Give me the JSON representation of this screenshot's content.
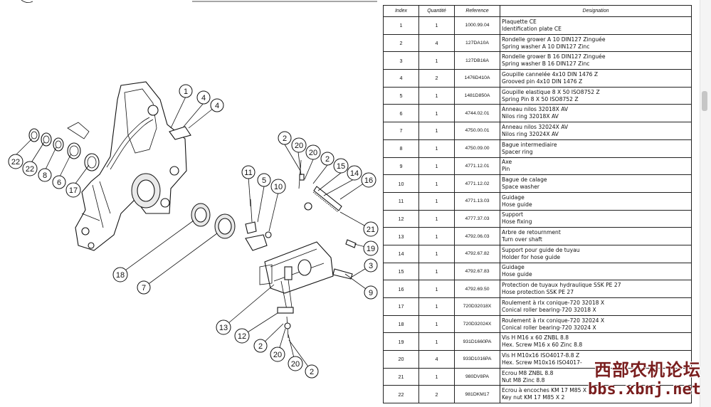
{
  "table": {
    "headers": {
      "index": "Index",
      "quantity": "Quantité",
      "reference": "Reference",
      "designation": "Designation"
    },
    "rows": [
      {
        "index": "1",
        "qty": "1",
        "ref": "1000.99.04",
        "fr": "Plaquette CE",
        "en": "Identification plate CE"
      },
      {
        "index": "2",
        "qty": "4",
        "ref": "127DA10A",
        "fr": "Rondelle grower  A 10 DIN127 Zinguée",
        "en": "Spring washer  A 10 DIN127 Zinc"
      },
      {
        "index": "3",
        "qty": "1",
        "ref": "127DB16A",
        "fr": "Rondelle grower B 16 DIN127 Zinguée",
        "en": "Spring washer B 16 DIN127 Zinc"
      },
      {
        "index": "4",
        "qty": "2",
        "ref": "1476D410A",
        "fr": "Goupille cannelée  4x10 DIN 1476 Z",
        "en": "Grooved pin  4x10 DIN 1476 Z"
      },
      {
        "index": "5",
        "qty": "1",
        "ref": "1481D850A",
        "fr": "Goupille elastique   8 X  50 ISO8752 Z",
        "en": "Spring Pin   8 X  50 ISO8752 Z"
      },
      {
        "index": "6",
        "qty": "1",
        "ref": "4744.02.01",
        "fr": "Anneau nilos 32018X AV",
        "en": "Nilos ring 32018X AV"
      },
      {
        "index": "7",
        "qty": "1",
        "ref": "4750.00.01",
        "fr": "Anneau nilos 32024X AV",
        "en": "Nilos ring 32024X AV"
      },
      {
        "index": "8",
        "qty": "1",
        "ref": "4750.09.00",
        "fr": "Bague intermediaire",
        "en": "Spacer ring"
      },
      {
        "index": "9",
        "qty": "1",
        "ref": "4771.12.01",
        "fr": "Axe",
        "en": "Pin"
      },
      {
        "index": "10",
        "qty": "1",
        "ref": "4771.12.02",
        "fr": "Bague de calage",
        "en": "Space washer"
      },
      {
        "index": "11",
        "qty": "1",
        "ref": "4771.13.03",
        "fr": "Guidage",
        "en": "Hose guide"
      },
      {
        "index": "12",
        "qty": "1",
        "ref": "4777.37.03",
        "fr": "Support",
        "en": "Hose fixing"
      },
      {
        "index": "13",
        "qty": "1",
        "ref": "4792.06.03",
        "fr": "Arbre de retournment",
        "en": "Turn over shaft"
      },
      {
        "index": "14",
        "qty": "1",
        "ref": "4792.67.82",
        "fr": "Support pour guide de tuyau",
        "en": "Holder for hose guide"
      },
      {
        "index": "15",
        "qty": "1",
        "ref": "4792.67.83",
        "fr": "Guidage",
        "en": "Hose guide"
      },
      {
        "index": "16",
        "qty": "1",
        "ref": "4792.69.50",
        "fr": "Protection de tuyaux hydraulique SSK PE 27",
        "en": "Hose protection SSK PE 27"
      },
      {
        "index": "17",
        "qty": "1",
        "ref": "720D32018X",
        "fr": "Roulement à rlx conique-720 32018 X",
        "en": "Conical roller bearing-720 32018 X"
      },
      {
        "index": "18",
        "qty": "1",
        "ref": "720D32024X",
        "fr": "Roulement à rlx conique-720 32024 X",
        "en": "Conical roller bearing-720 32024 X"
      },
      {
        "index": "19",
        "qty": "1",
        "ref": "931D1660PA",
        "fr": "Vis H M16 x 60 ZNBL 8.8",
        "en": "Hex. Screw M16 x 60 Zinc 8.8"
      },
      {
        "index": "20",
        "qty": "4",
        "ref": "933D1016PA",
        "fr": "Vis H M10x16 ISO4017-8.8 Z",
        "en": "Hex. Screw M10x16 ISO4017-"
      },
      {
        "index": "21",
        "qty": "1",
        "ref": "980DV8PA",
        "fr": "Ecrou M8 ZNBL 8.8",
        "en": "Nut M8 Zinc 8.8"
      },
      {
        "index": "22",
        "qty": "2",
        "ref": "981DKM17",
        "fr": "Ecrou à encoches KM 17 M85 X 2",
        "en": "Key nut KM 17 M85 X 2"
      }
    ]
  },
  "drawing": {
    "callouts": [
      "1",
      "4",
      "4",
      "22",
      "22",
      "8",
      "6",
      "17",
      "11",
      "5",
      "10",
      "2",
      "20",
      "20",
      "2",
      "15",
      "14",
      "16",
      "21",
      "19",
      "3",
      "9",
      "18",
      "7",
      "13",
      "12",
      "2",
      "20",
      "20",
      "2"
    ]
  },
  "watermark": {
    "title": "西部农机论坛",
    "url": "bbs.xbnj.net",
    "color": "#7a1f1f"
  }
}
